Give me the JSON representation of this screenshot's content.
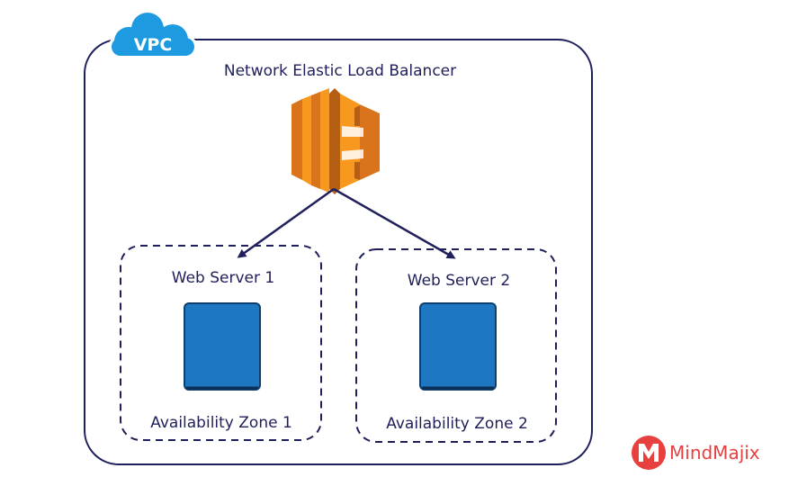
{
  "vpc": {
    "label": "VPC",
    "cloud_color": "#1e9be0"
  },
  "load_balancer": {
    "label": "Network Elastic Load Balancer",
    "icon": "elb-icon",
    "colors": [
      "#f7981f",
      "#d9741c",
      "#b45f14"
    ]
  },
  "zones": [
    {
      "server": "Web Server 1",
      "zone": "Availability Zone 1"
    },
    {
      "server": "Web Server 2",
      "zone": "Availability Zone 2"
    }
  ],
  "server_color": "#1d78c1",
  "text_color": "#1f1f5c",
  "brand": {
    "name": "MindMajix",
    "color": "#e8403f"
  }
}
